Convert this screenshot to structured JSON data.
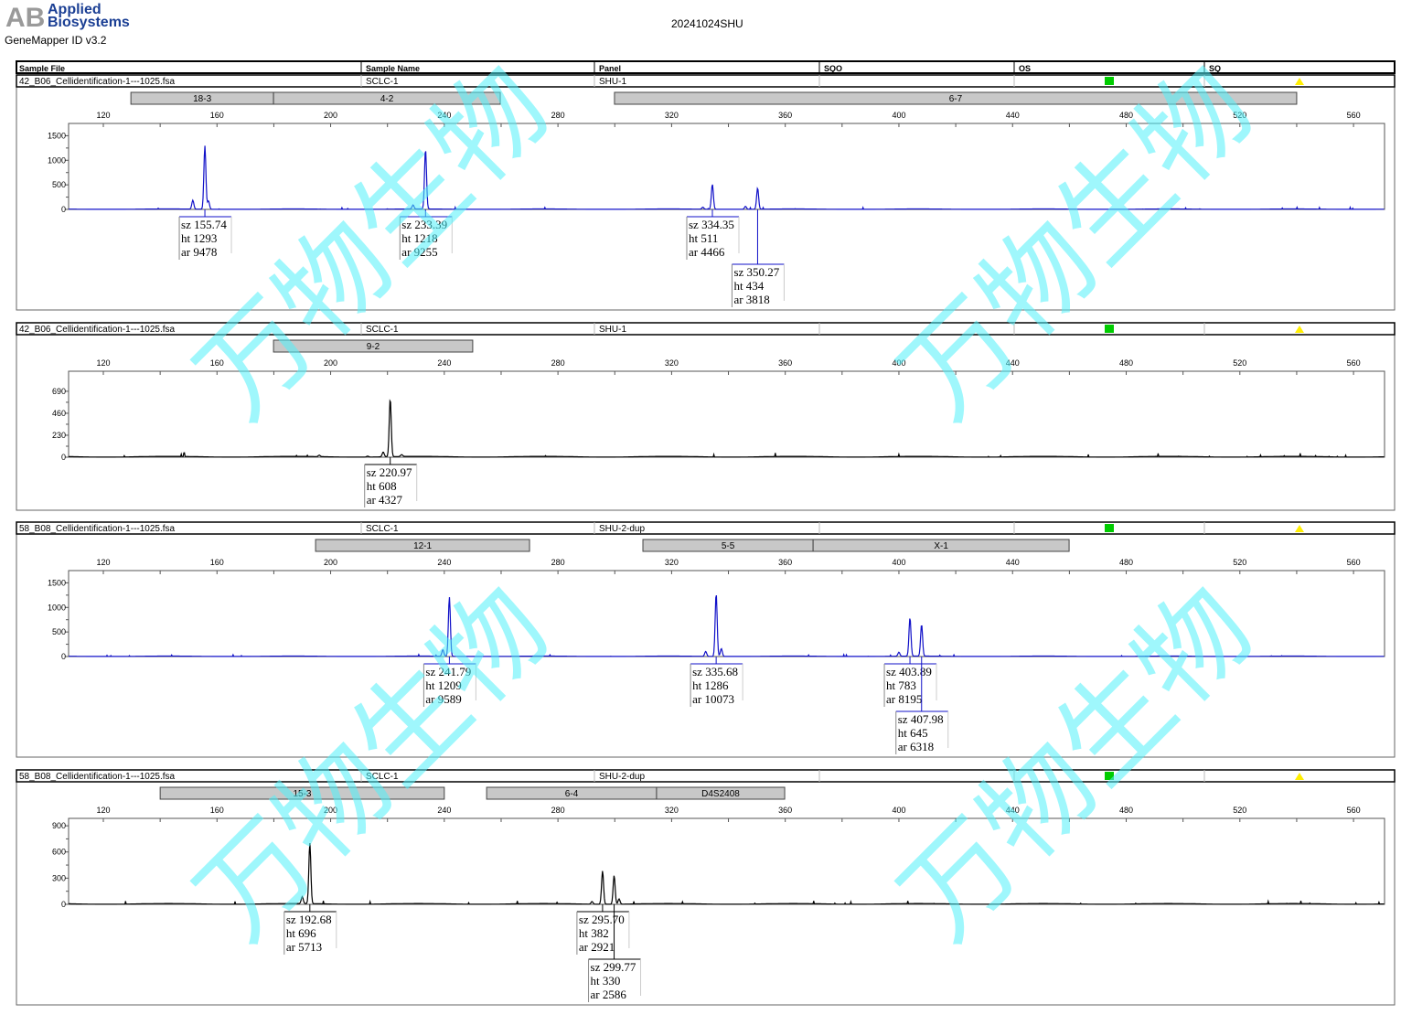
{
  "header": {
    "brand": "Applied Biosystems",
    "brand_line1": "Applied",
    "brand_line2": "Biosystems",
    "software": "GeneMapper ID v3.2",
    "title": "20241024SHU"
  },
  "columns": [
    "Sample File",
    "Sample Name",
    "Panel",
    "SQO",
    "OS",
    "SQ"
  ],
  "status_colors": {
    "os": "#00cc00",
    "sq": "#ffee00"
  },
  "watermark": "万物生物",
  "chart_data": [
    {
      "type": "line",
      "sample_file": "42_B06_Cellidentification-1---1025.fsa",
      "sample_name": "SCLC-1",
      "panel": "SHU-1",
      "color": "#1010c8",
      "xlim": [
        107.8,
        570.9
      ],
      "x_ticks": [
        120,
        160,
        200,
        240,
        280,
        320,
        360,
        400,
        440,
        480,
        520,
        560
      ],
      "ylim": [
        0,
        1750
      ],
      "y_ticks": [
        0,
        500,
        1000,
        1500
      ],
      "bins": [
        {
          "name": "18-3",
          "range": [
            129.7,
            179.9
          ]
        },
        {
          "name": "4-2",
          "range": [
            179.9,
            259.7
          ]
        },
        {
          "name": "6-7",
          "range": [
            299.9,
            540
          ]
        }
      ],
      "peaks": [
        {
          "sz": "155.74",
          "ht": "1293",
          "ar": "9478"
        },
        {
          "sz": "233.39",
          "ht": "1218",
          "ar": "9255"
        },
        {
          "sz": "334.35",
          "ht": "511",
          "ar": "4466"
        },
        {
          "sz": "350.27",
          "ht": "434",
          "ar": "3818"
        }
      ],
      "minor_peaks": [
        [
          151.5,
          180
        ],
        [
          157,
          170
        ],
        [
          229,
          80
        ],
        [
          346,
          60
        ],
        [
          331,
          40
        ]
      ]
    },
    {
      "type": "line",
      "sample_file": "42_B06_Cellidentification-1---1025.fsa",
      "sample_name": "SCLC-1",
      "panel": "SHU-1",
      "color": "#000000",
      "xlim": [
        107.8,
        570.9
      ],
      "x_ticks": [
        120,
        160,
        200,
        240,
        280,
        320,
        360,
        400,
        440,
        480,
        520,
        560
      ],
      "ylim": [
        0,
        900
      ],
      "y_ticks": [
        0,
        230,
        460,
        690
      ],
      "bins": [
        {
          "name": "9-2",
          "range": [
            179.9,
            250
          ]
        }
      ],
      "peaks": [
        {
          "sz": "220.97",
          "ht": "608",
          "ar": "4327"
        }
      ],
      "minor_peaks": [
        [
          218.5,
          50
        ],
        [
          225,
          20
        ],
        [
          196,
          15
        ],
        [
          213,
          10
        ]
      ]
    },
    {
      "type": "line",
      "sample_file": "58_B08_Cellidentification-1---1025.fsa",
      "sample_name": "SCLC-1",
      "panel": "SHU-2-dup",
      "color": "#1010c8",
      "xlim": [
        107.8,
        570.9
      ],
      "x_ticks": [
        120,
        160,
        200,
        240,
        280,
        320,
        360,
        400,
        440,
        480,
        520,
        560
      ],
      "ylim": [
        0,
        1750
      ],
      "y_ticks": [
        0,
        500,
        1000,
        1500
      ],
      "bins": [
        {
          "name": "12-1",
          "range": [
            194.7,
            270
          ]
        },
        {
          "name": "5-5",
          "range": [
            309.9,
            369.8
          ]
        },
        {
          "name": "X-1",
          "range": [
            369.8,
            459.9
          ]
        }
      ],
      "peaks": [
        {
          "sz": "241.79",
          "ht": "1209",
          "ar": "9589"
        },
        {
          "sz": "335.68",
          "ht": "1286",
          "ar": "10073"
        },
        {
          "sz": "403.89",
          "ht": "783",
          "ar": "8195"
        },
        {
          "sz": "407.98",
          "ht": "645",
          "ar": "6318"
        }
      ],
      "minor_peaks": [
        [
          239.5,
          130
        ],
        [
          332,
          100
        ],
        [
          337.5,
          160
        ],
        [
          400,
          80
        ]
      ]
    },
    {
      "type": "line",
      "sample_file": "58_B08_Cellidentification-1---1025.fsa",
      "sample_name": "SCLC-1",
      "panel": "SHU-2-dup",
      "color": "#000000",
      "xlim": [
        107.8,
        570.9
      ],
      "x_ticks": [
        120,
        160,
        200,
        240,
        280,
        320,
        360,
        400,
        440,
        480,
        520,
        560
      ],
      "ylim": [
        0,
        985
      ],
      "y_ticks": [
        0,
        300,
        600,
        900
      ],
      "bins": [
        {
          "name": "15-3",
          "range": [
            140,
            240
          ]
        },
        {
          "name": "6-4",
          "range": [
            254.9,
            314.7
          ]
        },
        {
          "name": "D4S2408",
          "range": [
            314.7,
            359.8
          ]
        }
      ],
      "peaks": [
        {
          "sz": "192.68",
          "ht": "696",
          "ar": "5713"
        },
        {
          "sz": "295.70",
          "ht": "382",
          "ar": "2921"
        },
        {
          "sz": "299.77",
          "ht": "330",
          "ar": "2586"
        }
      ],
      "minor_peaks": [
        [
          190,
          80
        ],
        [
          301.5,
          60
        ],
        [
          292,
          30
        ]
      ]
    }
  ]
}
